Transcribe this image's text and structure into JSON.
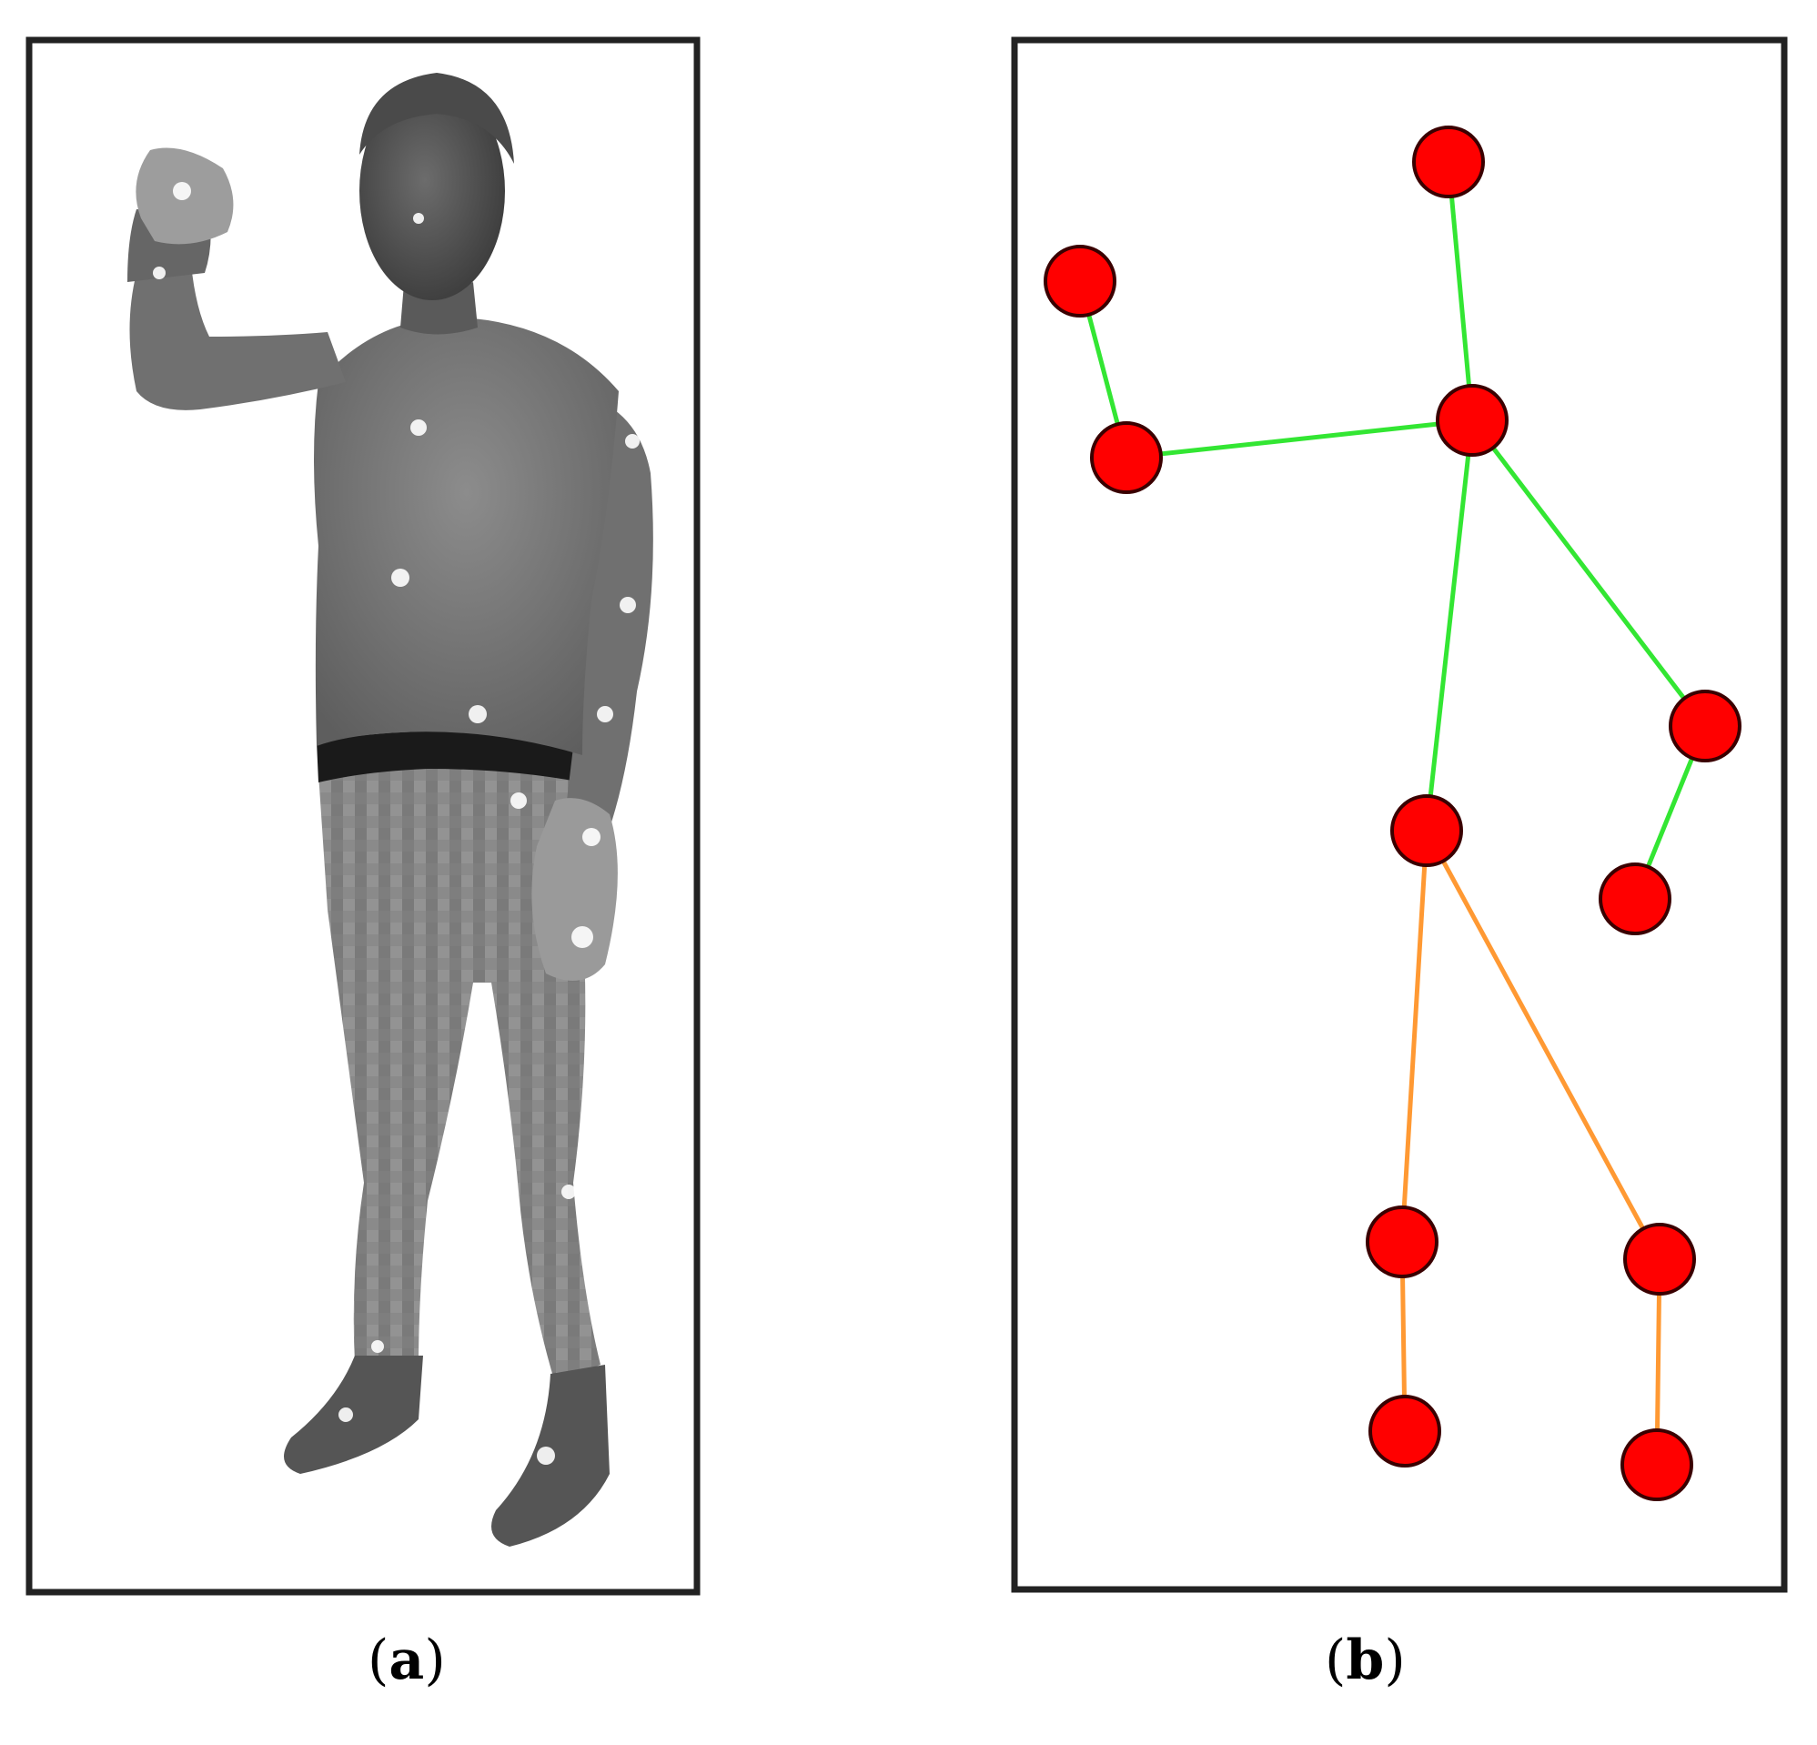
{
  "panels": [
    {
      "id": "a",
      "caption_open": "(",
      "caption_letter": "a",
      "caption_close": ")"
    },
    {
      "id": "b",
      "caption_open": "(",
      "caption_letter": "b",
      "caption_close": ")"
    }
  ],
  "skeleton": {
    "joint_color": "#ff0000",
    "joint_outline": "#3a0000",
    "upper_bone_color": "#33e633",
    "lower_bone_color": "#ff9933"
  },
  "photo": {
    "description_icon": "person-mocap-photo-icon",
    "tone": "grayscale"
  }
}
